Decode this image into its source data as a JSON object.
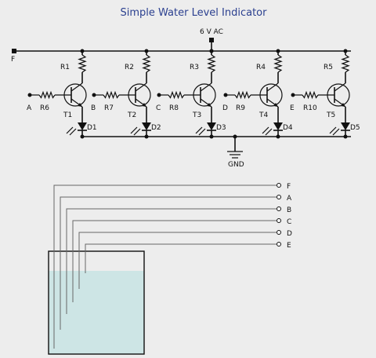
{
  "title": "Simple Water Level Indicator",
  "supply_label": "6 V AC",
  "ground_label": "GND",
  "common_label": "F",
  "stages": [
    {
      "resistor_top": "R1",
      "input": "A",
      "resistor_base": "R6",
      "transistor": "T1",
      "diode": "D1"
    },
    {
      "resistor_top": "R2",
      "input": "B",
      "resistor_base": "R7",
      "transistor": "T2",
      "diode": "D2"
    },
    {
      "resistor_top": "R3",
      "input": "C",
      "resistor_base": "R8",
      "transistor": "T3",
      "diode": "D3"
    },
    {
      "resistor_top": "R4",
      "input": "D",
      "resistor_base": "R9",
      "transistor": "T4",
      "diode": "D4"
    },
    {
      "resistor_top": "R5",
      "input": "E",
      "resistor_base": "R10",
      "transistor": "T5",
      "diode": "D5"
    }
  ],
  "tank_probes": [
    "F",
    "A",
    "B",
    "C",
    "D",
    "E"
  ],
  "colors": {
    "title": "#2a3f8f",
    "water": "#cde5e5",
    "background": "#ededed",
    "probe_wire": "#666666"
  }
}
